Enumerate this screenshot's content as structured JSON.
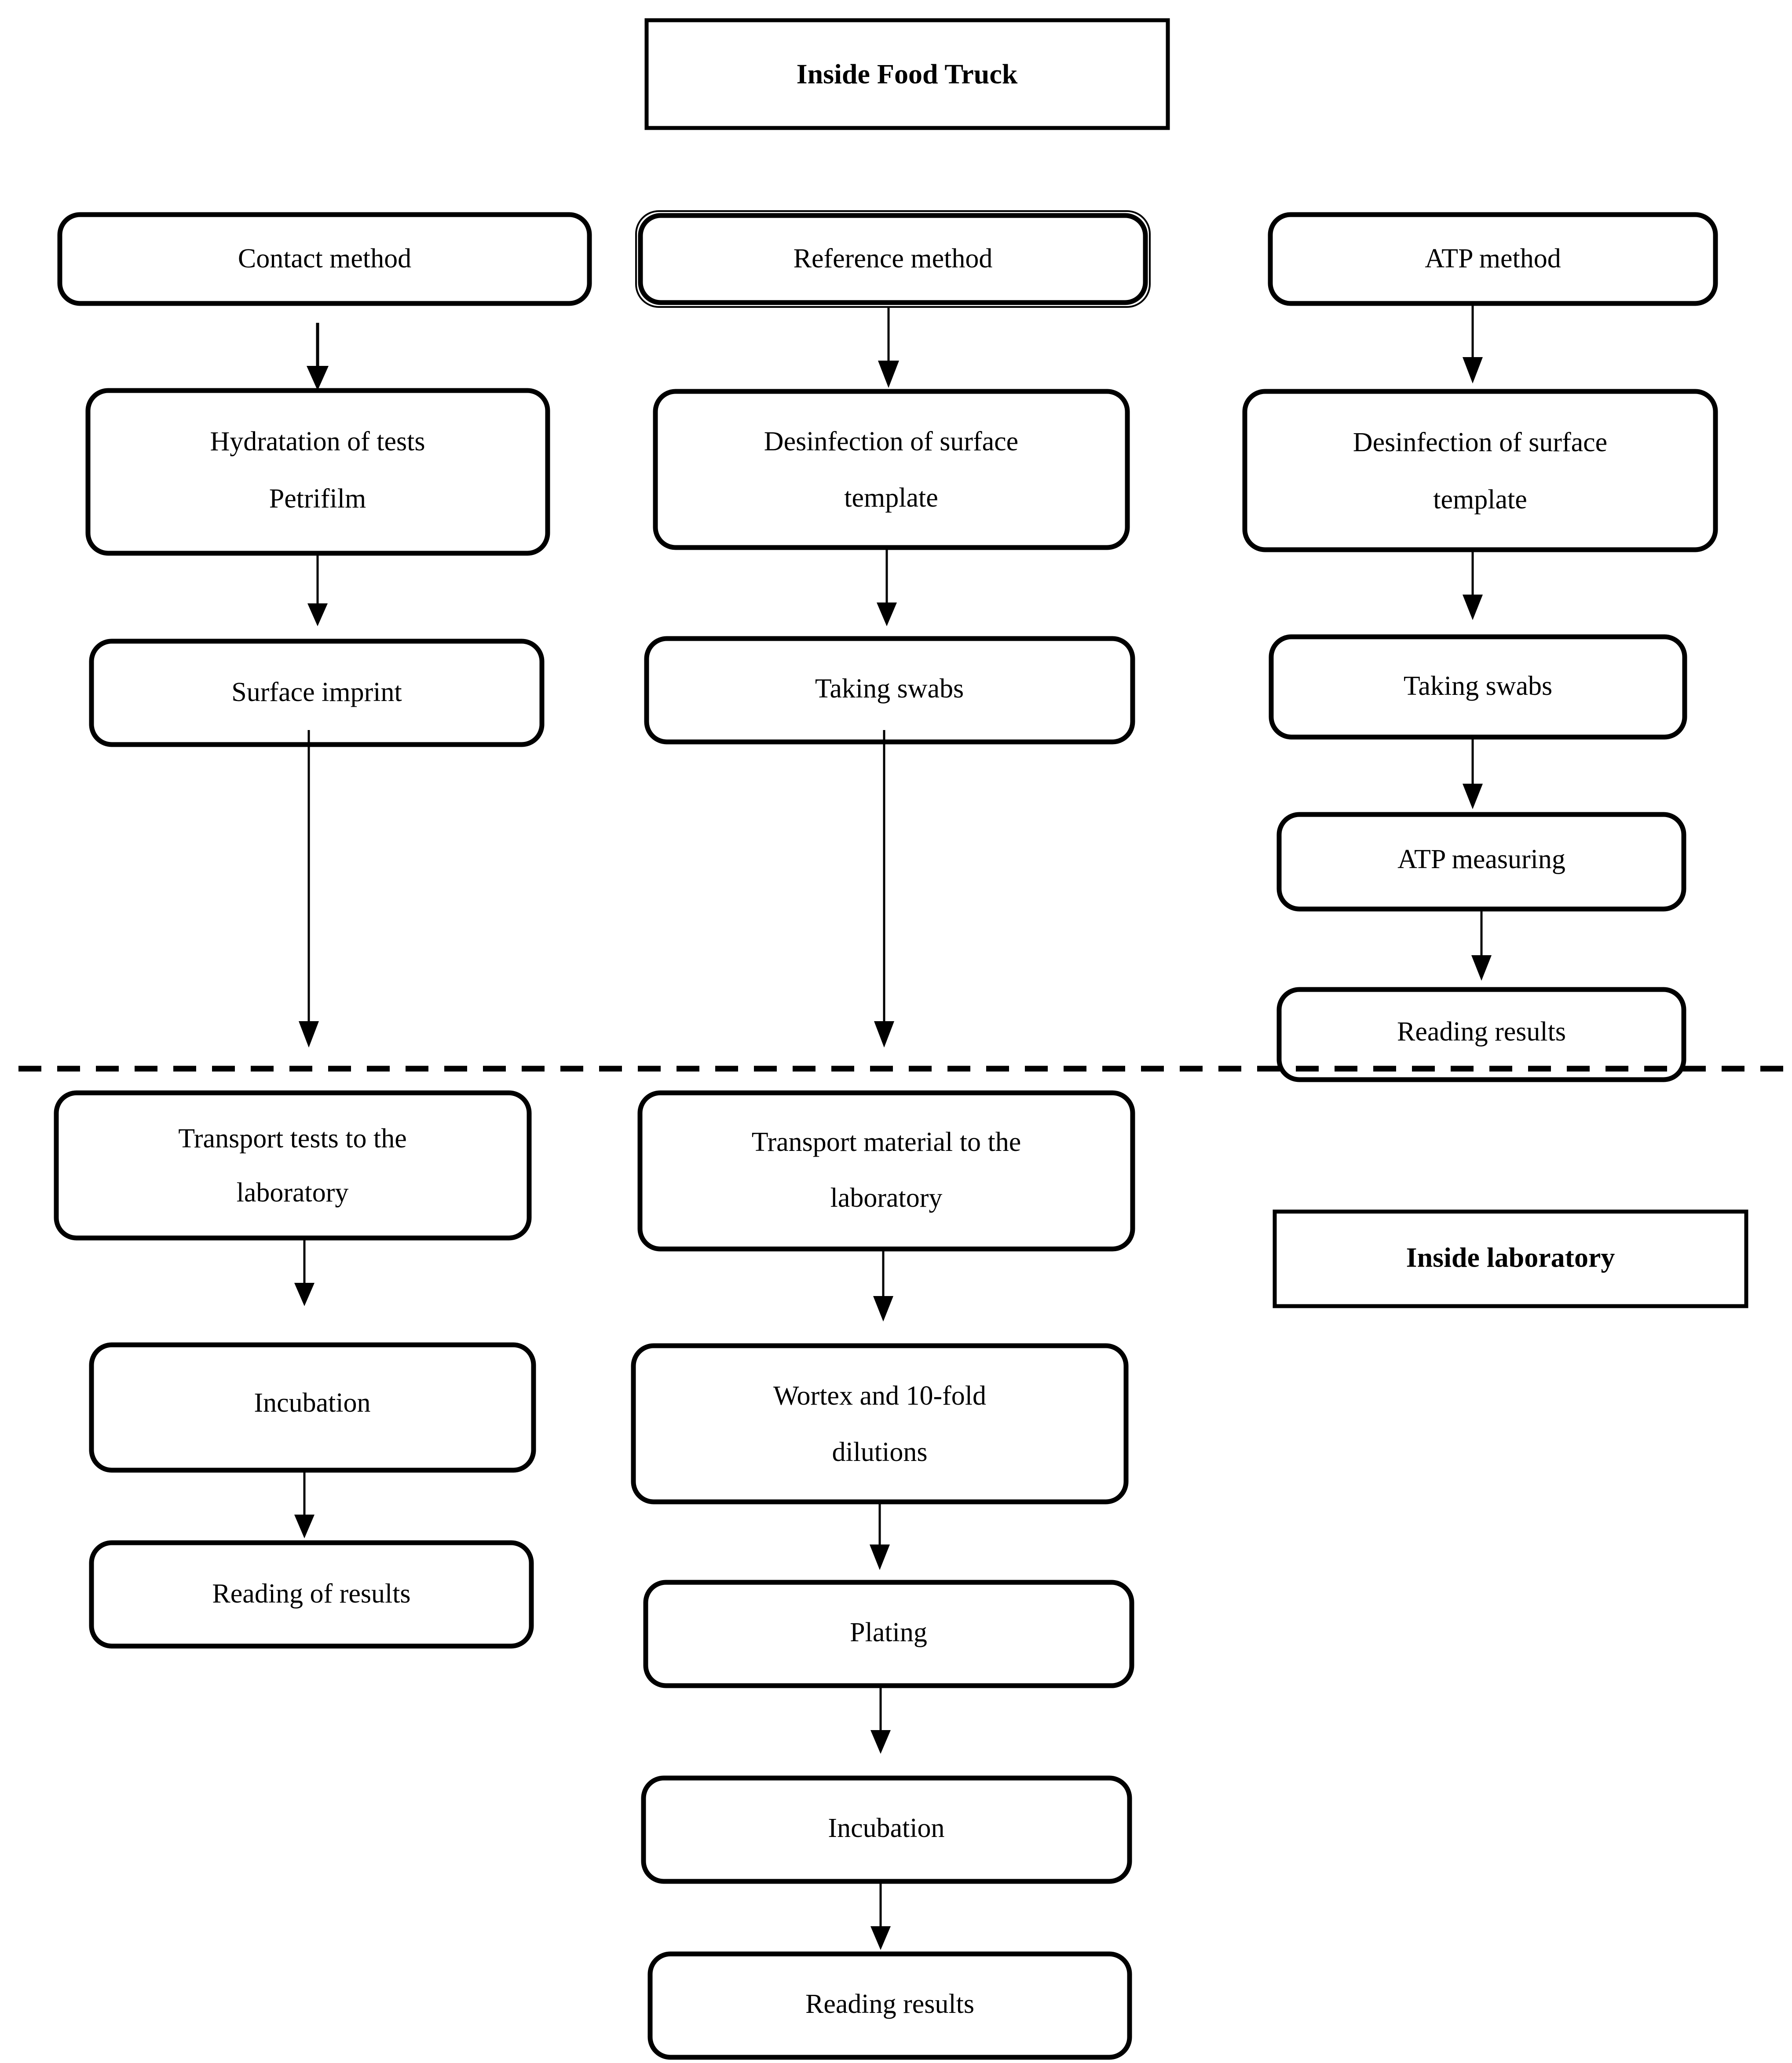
{
  "figure": {
    "title": "Surface hygiene testing workflow in a food truck",
    "type": "flowchart"
  },
  "zones": {
    "truck": {
      "label": "Inside Food Truck"
    },
    "laboratory": {
      "label": "Inside laboratory"
    }
  },
  "divider": {
    "name": "zone-divider",
    "style": "dashed",
    "color": "#000000"
  },
  "columns": [
    {
      "id": "contact",
      "heading": "Contact method",
      "steps_in_truck": [
        "Hydratation of tests Petrifilm",
        "Surface imprint"
      ],
      "steps_in_lab": [
        "Transport tests to the laboratory",
        "Incubation",
        "Reading of results"
      ]
    },
    {
      "id": "reference",
      "heading": "Reference method",
      "steps_in_truck": [
        "Desinfection of surface template",
        "Taking swabs"
      ],
      "steps_in_lab": [
        "Transport material to the laboratory",
        "Wortex and 10-fold dilutions",
        "Plating",
        "Incubation",
        "Reading results"
      ]
    },
    {
      "id": "atp",
      "heading": "ATP method",
      "steps_in_truck": [
        "Desinfection of surface template",
        "Taking swabs",
        "ATP measuring",
        "Reading results"
      ],
      "steps_in_lab": []
    }
  ],
  "nodes": {
    "title_truck": "Inside Food Truck",
    "title_lab": "Inside laboratory",
    "c1_h": "Contact method",
    "c1_n1_l1": "Hydratation of tests",
    "c1_n1_l2": "Petrifilm",
    "c1_n2": "Surface imprint",
    "c1_n3_l1": "Transport tests to the",
    "c1_n3_l2": "laboratory",
    "c1_n4": "Incubation",
    "c1_n5": "Reading of results",
    "c2_h": "Reference method",
    "c2_n1_l1": "Desinfection of surface",
    "c2_n1_l2": "template",
    "c2_n2": "Taking swabs",
    "c2_n3_l1": "Transport material to the",
    "c2_n3_l2": "laboratory",
    "c2_n4_l1": "Wortex and 10-fold",
    "c2_n4_l2": "dilutions",
    "c2_n5": "Plating",
    "c2_n6": "Incubation",
    "c2_n7": "Reading results",
    "c3_h": "ATP method",
    "c3_n1_l1": "Desinfection of surface",
    "c3_n1_l2": "template",
    "c3_n2": "Taking swabs",
    "c3_n3": "ATP measuring",
    "c3_n4": "Reading results"
  },
  "colors": {
    "stroke": "#000000",
    "fill": "#ffffff",
    "text": "#000000"
  }
}
